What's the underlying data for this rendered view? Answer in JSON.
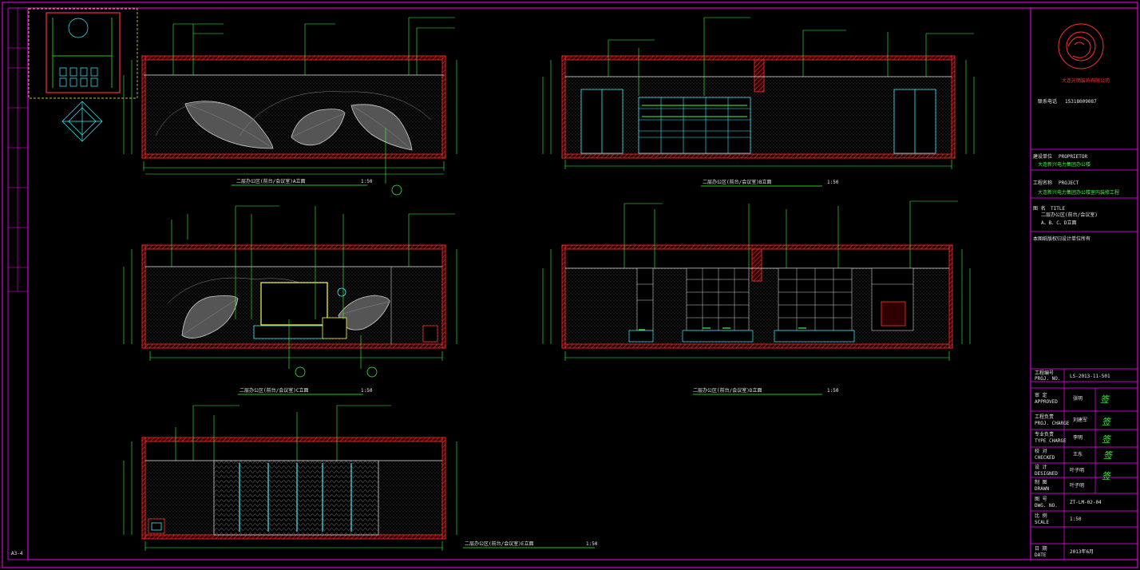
{
  "colors": {
    "background": "#000000",
    "border": "#ff00ff",
    "wall": "#ff3030",
    "dimension": "#3cff3c",
    "joinery": "#3cf0ff",
    "highlight": "#ffff3c",
    "hatch": "#606060"
  },
  "drawing": {
    "sheet_no": "A3-4",
    "elevation_a_title": "二层办公区(前台/会议室)A立面",
    "elevation_b_title": "二层办公区(前台/会议室)B立面",
    "elevation_c_title": "二层办公区(前台/会议室)C立面",
    "elevation_d_title": "二层办公区(前台/会议室)D立面",
    "elevation_e_title": "二层办公区(前台/会议室)E立面",
    "scale_label": "1:50"
  },
  "title_block": {
    "company": "大连光明装饰有限公司",
    "phone_label": "联系电话",
    "phone": "15318009087",
    "project_label": "建设单位",
    "project_label_en": "PROPRIETOR",
    "project_name": "大连新兴电力集团办公楼",
    "eng_label": "工程名称",
    "eng_label_en": "PROJECT",
    "eng_name": "大连新兴电力集团办公楼室内装修工程",
    "drawing_label": "图 名",
    "drawing_label_en": "TITLE",
    "drawing_name": "二层办公区(前台/会议室)",
    "drawing_sub": "A、B、C、D立面",
    "note": "本图纸版权归设计单位所有",
    "proj_no_label": "工程编号",
    "proj_no_label_en": "PROJ. NO.",
    "proj_no": "LS-2013-11-501",
    "approve_label": "审 定",
    "approve_label_en": "APPROVED",
    "approve_name": "张明",
    "chief_label": "工程负责",
    "chief_label_en": "PROJ. CHARGE",
    "chief_name": "刘建军",
    "type_label": "专业负责",
    "type_label_en": "TYPE CHARGE",
    "type_name": "李明",
    "check_label": "校 对",
    "check_label_en": "CHECKED",
    "check_name": "王东",
    "design_label": "设 计",
    "design_label_en": "DESIGNED",
    "design_name": "叶子明",
    "draw_label": "制 图",
    "draw_label_en": "DRAWN",
    "draw_name": "叶子明",
    "dwg_no_label": "图 号",
    "dwg_no_label_en": "DWG. NO.",
    "dwg_no": "ZT-LM-02-04",
    "scale_label": "比 例",
    "scale_label_en": "SCALE",
    "scale": "1:50",
    "date_label": "日 期",
    "date_label_en": "DATE",
    "date": "2013年6月"
  }
}
